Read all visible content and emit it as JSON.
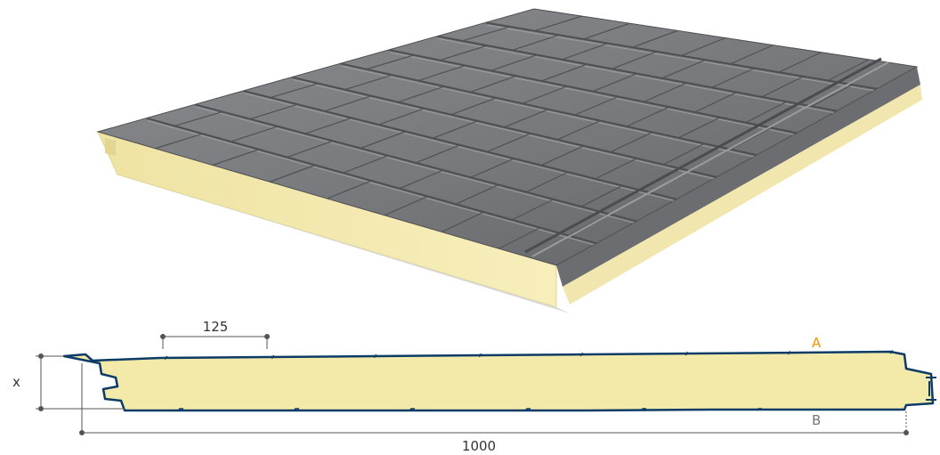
{
  "drawing": {
    "tile_pitch_label": "125",
    "overall_width_label": "1000",
    "thickness_label": "x",
    "face_a_label": "A",
    "face_b_label": "B"
  },
  "colors": {
    "steel_face": "#7b7d80",
    "steel_face_dark": "#5e6063",
    "tile_line": "#55575a",
    "foam_core": "#f3e9a8",
    "foam_side": "#ece0a0",
    "profile_outline": "#0b3b66",
    "dimension_line": "#555555",
    "face_a_color": "#f39200",
    "face_b_color": "#777777",
    "background": "#ffffff"
  }
}
